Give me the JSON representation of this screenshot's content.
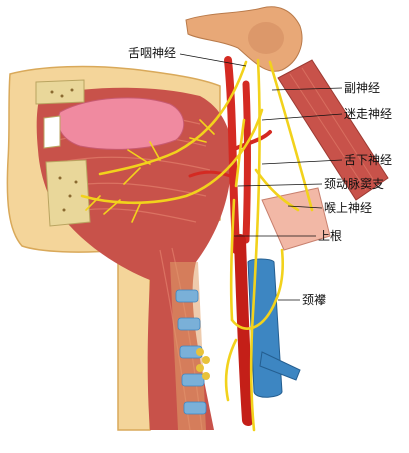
{
  "figure": {
    "colors": {
      "skin": "#f4d59a",
      "skin_edge": "#d9a95a",
      "muscle": "#c8524a",
      "muscle_light": "#e07a68",
      "tongue": "#f08aa0",
      "bone": "#e9d79a",
      "artery": "#d42a22",
      "vein": "#3d86c2",
      "nerve": "#f2d21c",
      "skull_base": "#e8a877"
    },
    "labels": {
      "glossopharyngeal": "舌咽神经",
      "accessory": "副神经",
      "vagus": "迷走神经",
      "hypoglossal": "舌下神经",
      "carotid_sinus_branch": "颈动脉窦支",
      "superior_laryngeal": "喉上神经",
      "superior_root": "上根",
      "ansa_cervicalis": "颈襻"
    }
  }
}
